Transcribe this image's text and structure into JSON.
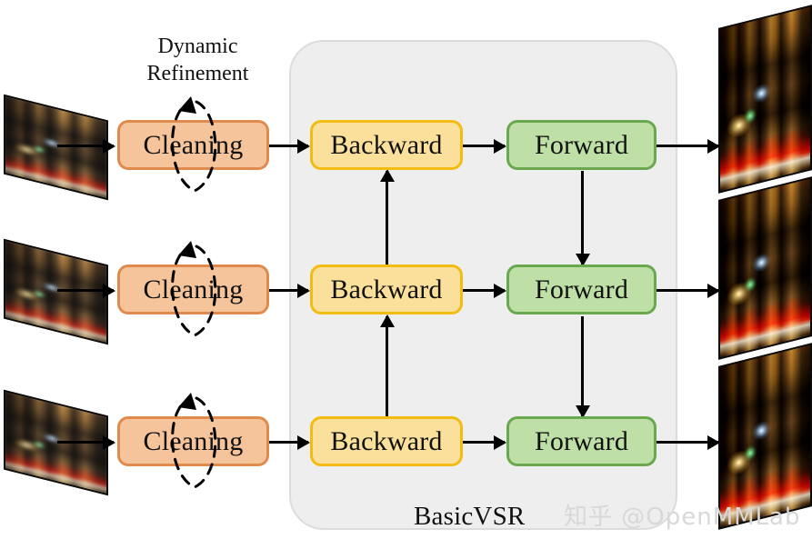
{
  "figure": {
    "panel_label": "BasicVSR",
    "dynamic_refinement_label": "Dynamic\nRefinement",
    "dynamic_refinement_line1": "Dynamic",
    "dynamic_refinement_line2": "Refinement",
    "watermark": "知乎 @OpenMMLab"
  },
  "colors": {
    "cleaning_fill": "#f5c49a",
    "cleaning_border": "#e08b4e",
    "backward_fill": "#fae09a",
    "backward_border": "#f3bc13",
    "forward_fill": "#bedfa5",
    "forward_border": "#6aa84f",
    "panel_fill": "#eeeeee",
    "panel_border": "#dcdcdc",
    "arrow": "#000000",
    "watermark": "#d8d8d8"
  },
  "rows": [
    {
      "index": 0,
      "cleaning": "Cleaning",
      "backward": "Backward",
      "forward": "Forward",
      "input_frame": "input-frame-1",
      "output_frame": "output-frame-1"
    },
    {
      "index": 1,
      "cleaning": "Cleaning",
      "backward": "Backward",
      "forward": "Forward",
      "input_frame": "input-frame-2",
      "output_frame": "output-frame-2"
    },
    {
      "index": 2,
      "cleaning": "Cleaning",
      "backward": "Backward",
      "forward": "Forward",
      "input_frame": "input-frame-3",
      "output_frame": "output-frame-3"
    }
  ],
  "connections": {
    "input_to_cleaning": "arrow-right",
    "cleaning_to_backward": "arrow-right",
    "backward_to_forward": "arrow-right",
    "forward_to_output": "arrow-right",
    "backward_propagation": "arrow-up",
    "forward_propagation": "arrow-down",
    "refinement_loop": "dashed-loop-arrow"
  }
}
